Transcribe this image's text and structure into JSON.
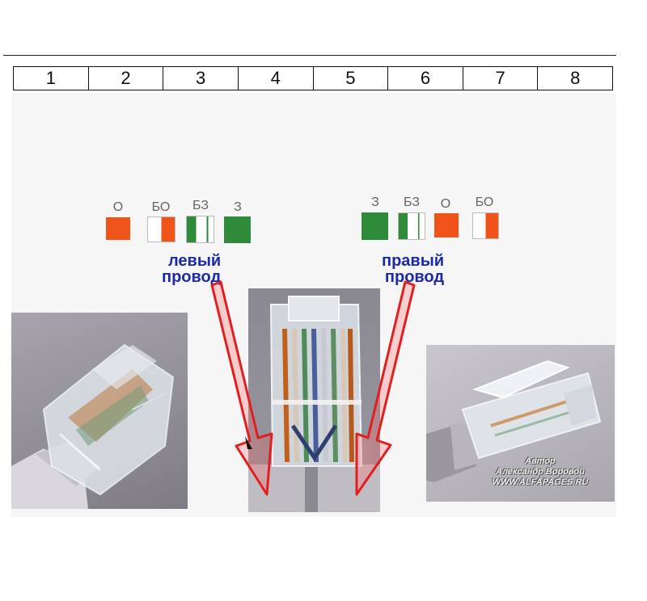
{
  "ruler": {
    "cells": [
      "1",
      "2",
      "3",
      "4",
      "5",
      "6",
      "7",
      "8"
    ]
  },
  "left_wire": {
    "labels": [
      "О",
      "БО",
      "БЗ",
      "З"
    ],
    "caption_line1": "левый",
    "caption_line2": "провод"
  },
  "right_wire": {
    "labels": [
      "З",
      "БЗ",
      "О",
      "БО"
    ],
    "caption_line1": "правый",
    "caption_line2": "провод"
  },
  "watermark": {
    "line1": "Автор",
    "line2": "Александр Воровой",
    "line3": "WWW.ALFAPAGES.RU"
  },
  "colors": {
    "orange": "#f0531a",
    "green": "#2f8a3a",
    "caption_blue": "#1d2aa8",
    "arrow_red": "#e02020"
  }
}
